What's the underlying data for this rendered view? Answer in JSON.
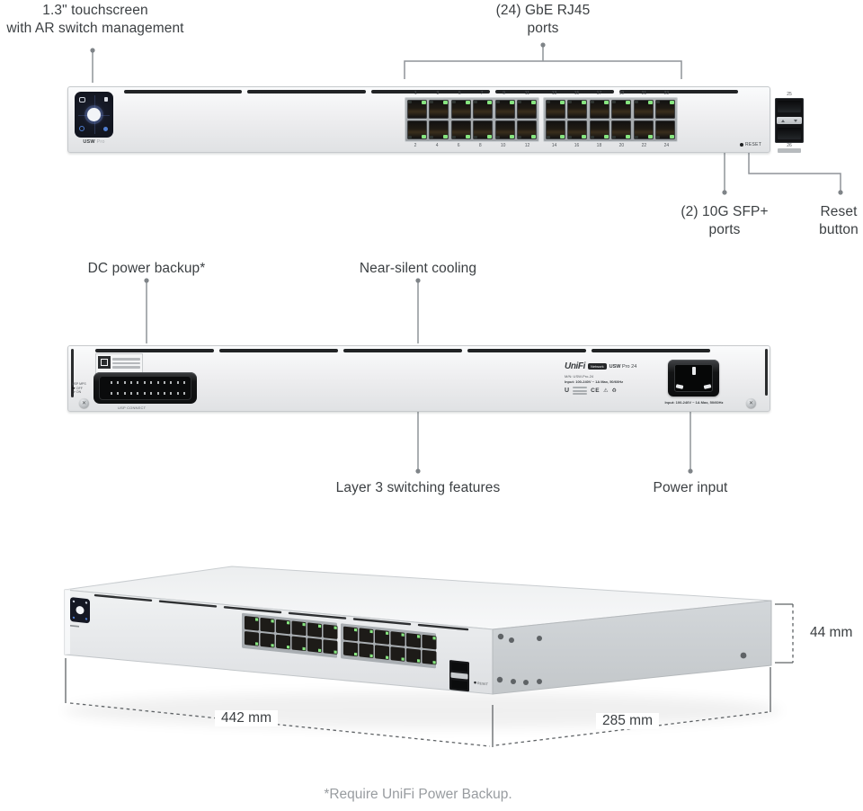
{
  "product": {
    "front_label_bold": "USW",
    "front_label_light": "Pro",
    "sfp_top_number": "25",
    "sfp_bottom_number": "26",
    "reset_port_label": "RESET"
  },
  "front_view": {
    "port_numbers_top": [
      "1",
      "3",
      "5",
      "7",
      "9",
      "11",
      "13",
      "15",
      "17",
      "19",
      "21",
      "23"
    ],
    "port_numbers_bottom": [
      "2",
      "4",
      "6",
      "8",
      "10",
      "12",
      "14",
      "16",
      "18",
      "20",
      "22",
      "24"
    ],
    "groups": 2,
    "cols_per_group": 6,
    "rows": 2
  },
  "callouts": {
    "touchscreen": {
      "lines": [
        "1.3\" touchscreen",
        "with AR switch management"
      ]
    },
    "rj45": {
      "lines": [
        "(24) GbE RJ45",
        "ports"
      ]
    },
    "sfp": {
      "lines": [
        "(2) 10G SFP+",
        "ports"
      ]
    },
    "reset": {
      "lines": [
        "Reset",
        "button"
      ]
    },
    "dc_backup": {
      "lines": [
        "DC power backup*"
      ]
    },
    "cooling": {
      "lines": [
        "Near-silent cooling"
      ]
    },
    "layer3": {
      "lines": [
        "Layer 3 switching features"
      ]
    },
    "power_input": {
      "lines": [
        "Power input"
      ]
    }
  },
  "back_view": {
    "usp_connect_label": "USP CONNECT",
    "usp_mps_label": "USP MPS",
    "usp_off_label": "OFF",
    "usp_on_label": "ON",
    "brand_logo": "UniFi",
    "brand_badge": "Network",
    "brand_model_bold": "USW",
    "brand_model_light": "Pro 24",
    "mn_line": "M/N: USW-Pro-24",
    "input_line": "Input: 100-240V ~ 1A Max, 50/60Hz",
    "nom_label": "NOM",
    "ce_label": "CE",
    "warn_glyph": "⚠",
    "inlet_input_line": "Input: 100-240V ~ 1A Max, 50/60Hz"
  },
  "dimensions": {
    "width_label": "442 mm",
    "depth_label": "285 mm",
    "height_label": "44 mm"
  },
  "footnote": "*Require UniFi Power Backup.",
  "colors": {
    "led_green": "#86e57f",
    "screen_navy": "#141720",
    "accent_blue": "#4f7dd0",
    "callout_line": "#8f9499",
    "text_dark": "#3b3f42"
  }
}
